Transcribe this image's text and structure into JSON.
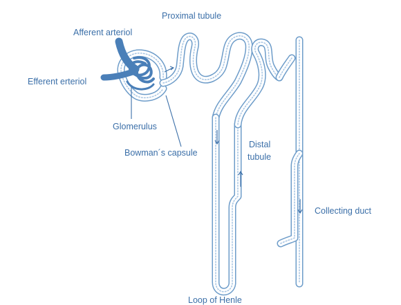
{
  "labels": {
    "proximal_tubule": "Proximal tubule",
    "afferent_arteriol": "Afferent arteriol",
    "efferent_erteriol": "Efferent erteriol",
    "glomerulus": "Glomerulus",
    "bowmans_capsule": "Bowman´s capsule",
    "distal_tubule_line1": "Distal",
    "distal_tubule_line2": "tubule",
    "collecting_duct": "Collecting duct",
    "loop_of_henle": "Loop of Henle"
  },
  "colors": {
    "label_text": "#3b6fa8",
    "tubule_outline": "#6d9cc9",
    "tubule_dots": "#a9c6e3",
    "blood_vessel": "#4a7fb8",
    "background": "#ffffff"
  }
}
